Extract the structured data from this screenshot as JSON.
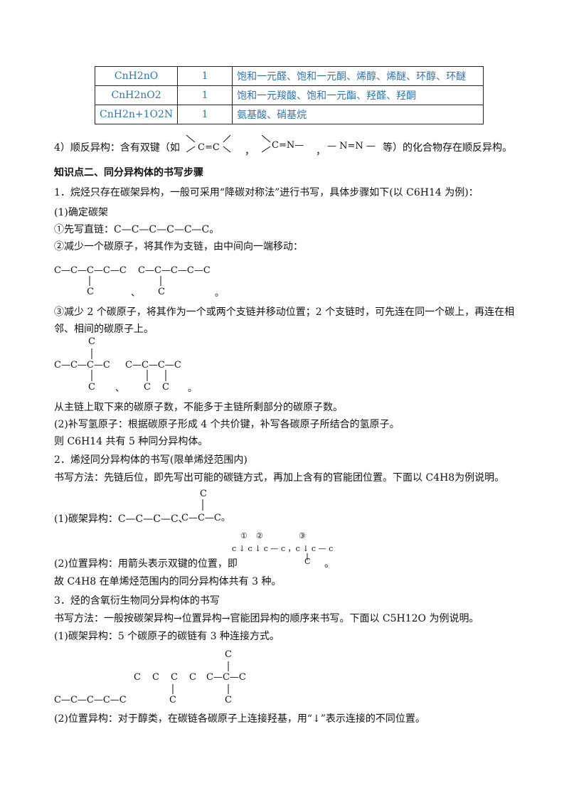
{
  "table": {
    "rows": [
      {
        "formula": "CnH2nO",
        "count": "1",
        "types": "饱和一元醛、饱和一元酮、烯醇、烯醚、环醇、环醚"
      },
      {
        "formula": "CnH2nO2",
        "count": "1",
        "types": "饱和一元羧酸、饱和一元酯、羟醛、羟酮"
      },
      {
        "formula": "CnH2n+1O2N",
        "count": "1",
        "types": "氨基酸、硝基烷"
      }
    ]
  },
  "text": {
    "p4_a": "4）顺反异构：含有双键（如",
    "p4_sep1": "，",
    "p4_sep2": "，",
    "p4_b": "等）的化合物存在顺反异构。",
    "sec2_title": "知识点二、同分异构体的书写步骤",
    "p1": "1．烷烃只存在碳架异构，一般可采用“降碳对称法”进行书写，具体步骤如下(以 C6H14 为例)：",
    "p1_1": "(1)确定碳架",
    "p1_a": "①先写直链：C—C—C—C—C—C。",
    "p1_b": "②减少一个碳原子，将其作为支链，由中间向一端移动：",
    "p1_c_1": "③减少 2 个碳原子，将其作为一个或两个支链并移动位置；2 个支链时，可先连在同一个碳上，再连在相",
    "p1_c_2": "邻、相间的碳原子上。",
    "p1_d": "从主链上取下来的碳原子数，不能多于主链所剩部分的碳原子数。",
    "p1_2": "(2)补写氢原子：根据碳原子形成 4 个共价键，补写各碳原子所结合的氢原子。",
    "p1_3": "则 C6H14 共有 5 种同分异构体。",
    "p2": "2．烯烃同分异构体的书写(限单烯烃范围内)",
    "p2_a": "书写方法：先链后位，即先写出可能的碳链方式，再加上含有的官能团位置。下面以 C4H8为例说明。",
    "p2_b": "(1)碳架异构：C—C—C—C、",
    "p2_c": "(2)位置异构：用箭头表示双键的位置，即",
    "p2_d": "故 C4H8 在单烯烃范围内的同分异构体共有 3 种。",
    "p3": "3．烃的含氧衍生物同分异构体的书写",
    "p3_a": "书写方法：一般按碳架异构→位置异构→官能团异构的顺序来书写。下面以 C5H12O 为例说明。",
    "p3_b": "(1)碳架异构：5 个碳原子的碳链有 3 种连接方式。",
    "p3_chain": "C—C—C—C—C",
    "p3_c": "(2)位置异构：对于醇类，在碳链各碳原子上连接羟基，用“↓”表示连接的不同位置。"
  },
  "atoms": {
    "c": "C",
    "dash": "—",
    "comma": "、",
    "period": "。",
    "period2": "。",
    "cn": "C=N—",
    "nn": "— N=N —",
    "cc": "C=C",
    "n1": "①",
    "n2": "②",
    "n3": "③"
  }
}
